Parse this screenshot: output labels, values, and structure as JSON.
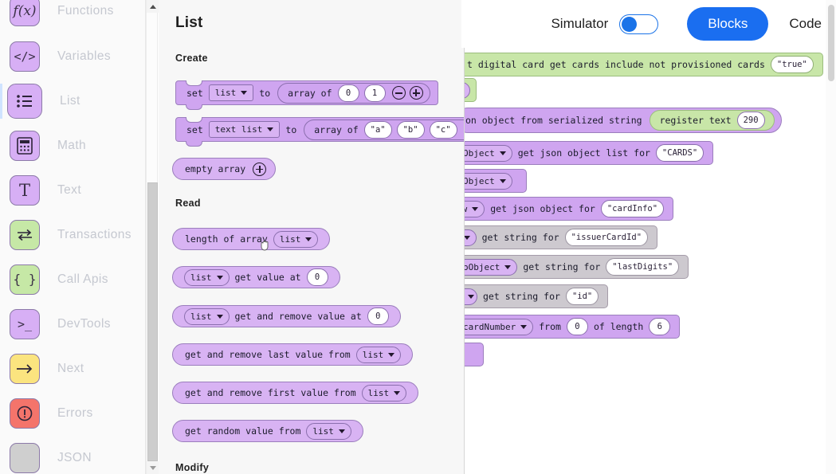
{
  "sidebar": {
    "items": [
      {
        "label": "Functions",
        "icon": "function-fx-icon",
        "color": "purple",
        "selected": false
      },
      {
        "label": "Variables",
        "icon": "code-brackets-icon",
        "color": "purple",
        "selected": false
      },
      {
        "label": "List",
        "icon": "list-bullets-icon",
        "color": "purple",
        "selected": true
      },
      {
        "label": "Math",
        "icon": "calculator-icon",
        "color": "purple",
        "selected": false
      },
      {
        "label": "Text",
        "icon": "letter-t-icon",
        "color": "purple",
        "selected": false
      },
      {
        "label": "Transactions",
        "icon": "exchange-arrows-icon",
        "color": "green",
        "selected": false
      },
      {
        "label": "Call Apis",
        "icon": "curly-braces-icon",
        "color": "green",
        "selected": false
      },
      {
        "label": "DevTools",
        "icon": "terminal-prompt-icon",
        "color": "purple",
        "selected": false
      },
      {
        "label": "Next",
        "icon": "arrow-right-icon",
        "color": "yellow",
        "selected": false
      },
      {
        "label": "Errors",
        "icon": "exclamation-circle-icon",
        "color": "red",
        "selected": false
      },
      {
        "label": "JSON",
        "icon": "json-icon",
        "color": "gray",
        "selected": false
      }
    ]
  },
  "header": {
    "simulator_label": "Simulator",
    "simulator_on": false,
    "blocks_label": "Blocks",
    "code_label": "Code",
    "accent_color": "#1a6ef0"
  },
  "flyout": {
    "title": "List",
    "sections": {
      "create": "Create",
      "read": "Read",
      "modify": "Modify"
    },
    "create_blocks": [
      {
        "id": "set-list-to-array-of-numbers",
        "prefix": "set",
        "dropdown": "list",
        "mid": "to",
        "sub_label": "array of",
        "values": [
          "0",
          "1"
        ],
        "has_minus": true,
        "has_plus": true
      },
      {
        "id": "set-text-list-to-array-of-strings",
        "prefix": "set",
        "dropdown": "text list",
        "mid": "to",
        "sub_label": "array of",
        "values": [
          "\"a\"",
          "\"b\"",
          "\"c\""
        ],
        "has_minus": true,
        "has_plus": true
      }
    ],
    "empty_array_block": {
      "id": "empty-array",
      "label": "empty array",
      "has_plus": true
    },
    "read_blocks": [
      {
        "id": "length-of-array",
        "pre": "length of array",
        "dropdown": "list",
        "post": "",
        "value": null
      },
      {
        "id": "get-value-at",
        "pre": "",
        "dropdown": "list",
        "post": "get value at",
        "value": "0"
      },
      {
        "id": "get-and-remove-value-at",
        "pre": "",
        "dropdown": "list",
        "post": "get and remove value at",
        "value": "0"
      },
      {
        "id": "get-and-remove-last",
        "pre": "get and remove last value from",
        "dropdown": "list",
        "post": "",
        "value": null
      },
      {
        "id": "get-and-remove-first",
        "pre": "get and remove first value from",
        "dropdown": "list",
        "post": "",
        "value": null
      },
      {
        "id": "get-random-value",
        "pre": "get random value from",
        "dropdown": "list",
        "post": "",
        "value": null
      }
    ]
  },
  "workspace": {
    "blocks": [
      {
        "id": "digital-card-get-cards",
        "color": "green",
        "text": "t digital card get cards include not provisioned cards",
        "value": "\"true\"",
        "value_style": "text"
      },
      {
        "id": "orphan-dropdown-green",
        "color": "green",
        "text": "",
        "value": null,
        "dropdown_only": true
      },
      {
        "id": "json-object-from-string",
        "color": "purple",
        "text": "on object from serialized string",
        "nested": {
          "color": "green",
          "text": "register text",
          "value": "290"
        }
      },
      {
        "id": "get-json-object-list-cards",
        "color": "purple",
        "text": "get json object list for",
        "dropdown": "Object",
        "value": "\"CARDS\""
      },
      {
        "id": "object-dropdown-row",
        "color": "purple",
        "text": "",
        "dropdown": "Object"
      },
      {
        "id": "get-json-object-cardinfo",
        "color": "purple",
        "text": "get json object for",
        "dropdown": "ow",
        "value": "\"cardInfo\""
      },
      {
        "id": "get-string-issuercardid",
        "color": "gray",
        "text": "get string for",
        "dropdown": "t",
        "value": "\"issuerCardId\""
      },
      {
        "id": "get-string-lastdigits",
        "color": "gray",
        "text": "get string for",
        "dropdown": "oObject",
        "value": "\"lastDigits\""
      },
      {
        "id": "get-string-id",
        "color": "gray",
        "text": "get string for",
        "dropdown": "",
        "value": "\"id\""
      },
      {
        "id": "cardnumber-substring",
        "color": "purple",
        "dropdown": "cardNumber",
        "text": "from",
        "value": "0",
        "text2": "of length",
        "value2": "6"
      }
    ]
  },
  "scrollbars": {
    "sidebar_up_arrow": "scroll-up-arrow-icon",
    "sidebar_down_arrow": "scroll-down-arrow-icon"
  }
}
